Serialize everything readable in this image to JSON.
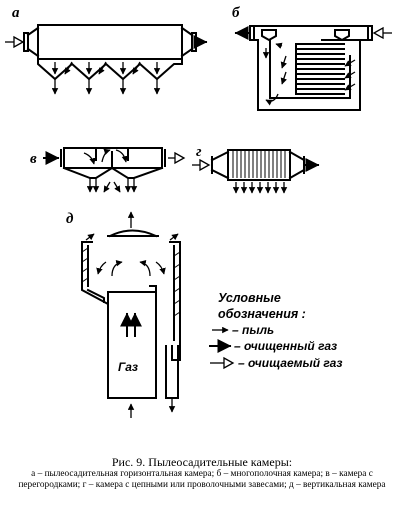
{
  "labels": {
    "a": "а",
    "b": "б",
    "v": "в",
    "g": "г",
    "d": "д",
    "gas": "Газ"
  },
  "legend": {
    "title_line1": "Условные",
    "title_line2": "обозначения :",
    "dust": "– пыль",
    "cleaned_gas": "– очищенный газ",
    "dirty_gas": "– очищаемый газ"
  },
  "caption": {
    "title": "Рис. 9. Пылеосадительные  камеры:",
    "text": "а – пылеосадительная горизонтальная камера; б – многополочная камера; в – камера с перегородками; г – камера с цепными или проволочными завесами; д – вертикальная камера"
  }
}
